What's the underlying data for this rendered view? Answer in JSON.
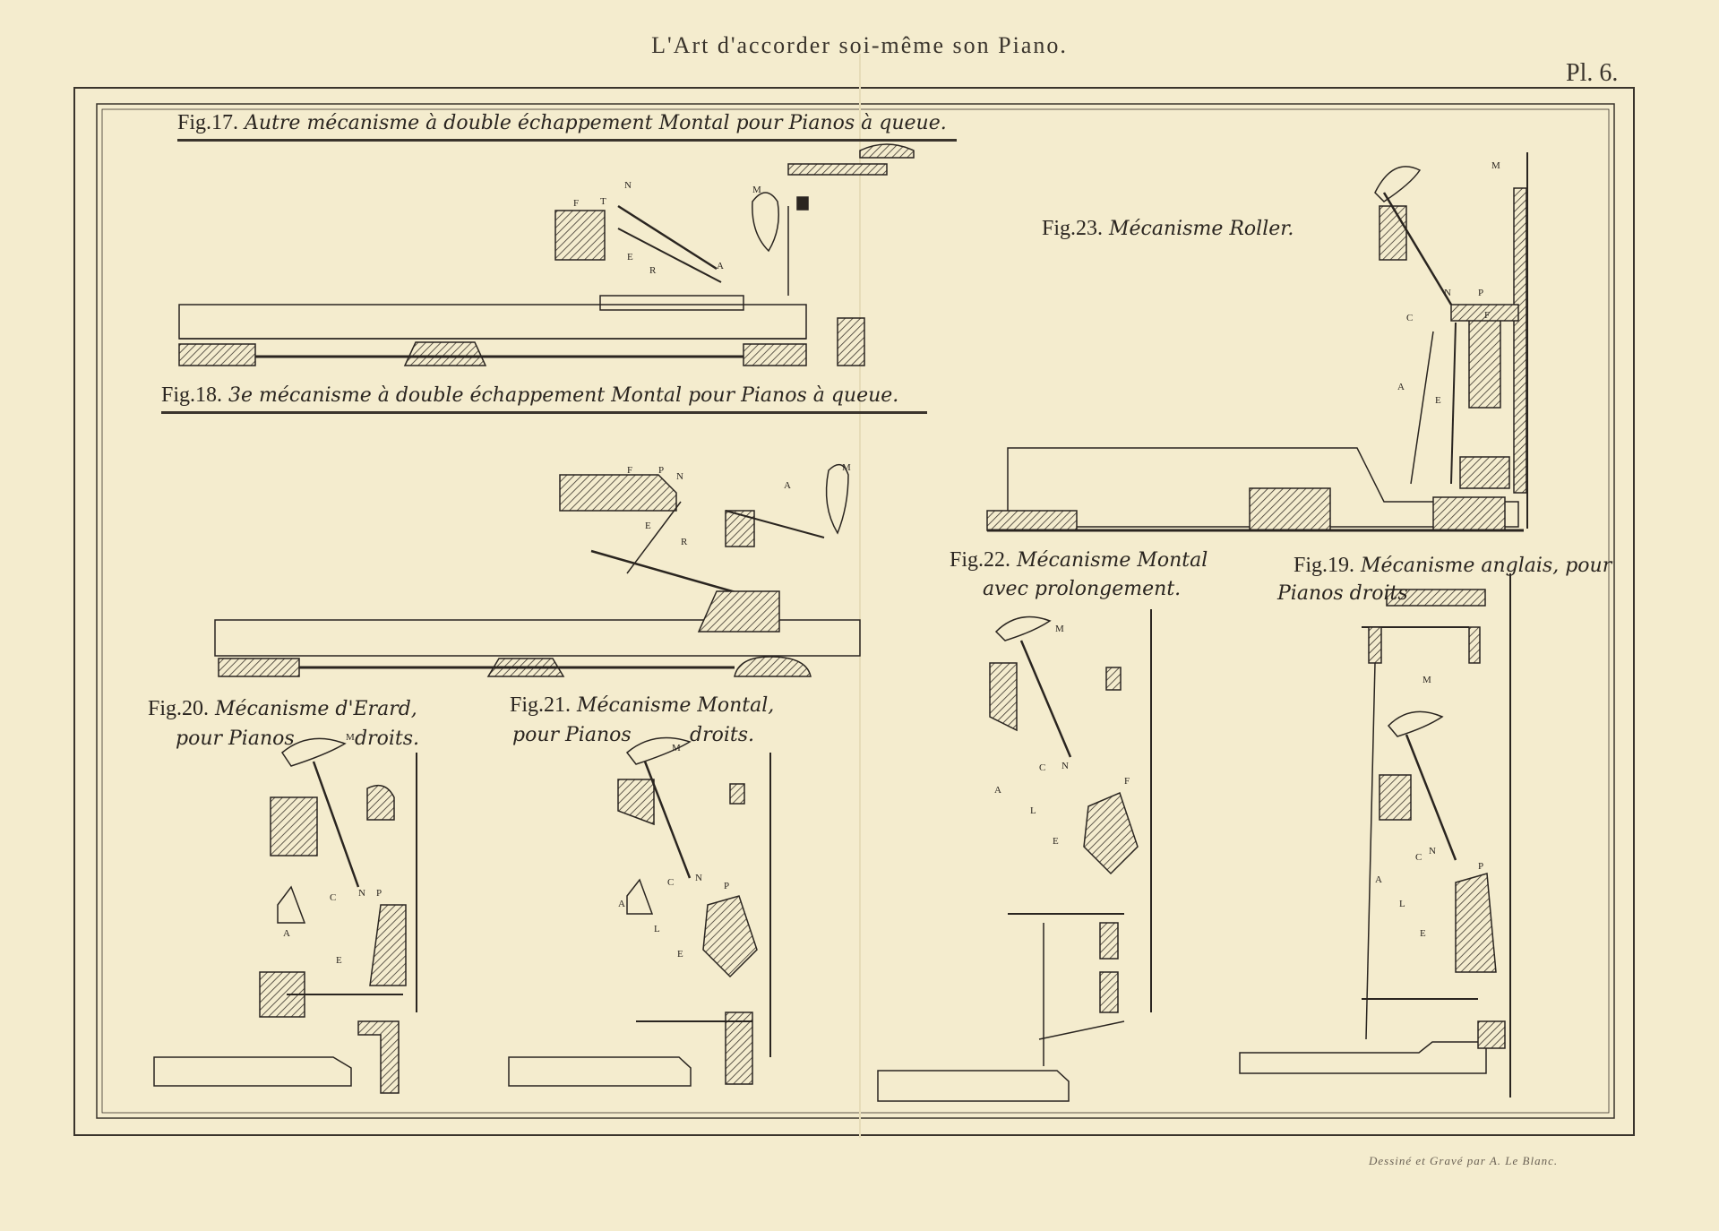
{
  "header": {
    "title": "L'Art d'accorder soi-même son Piano.",
    "plate_number": "Pl. 6."
  },
  "figures": [
    {
      "number": "Fig.17.",
      "caption": "Autre mécanisme à double échappement Montal pour Pianos à queue."
    },
    {
      "number": "Fig.18.",
      "caption": "3e mécanisme à double échappement Montal pour Pianos à queue."
    },
    {
      "number": "Fig.23.",
      "caption": "Mécanisme Roller."
    },
    {
      "number": "Fig.22.",
      "caption": "Mécanisme Montal",
      "caption_line2": "avec prolongement."
    },
    {
      "number": "Fig.19.",
      "caption": "Mécanisme anglais, pour",
      "caption_line2": "Pianos droits"
    },
    {
      "number": "Fig.20.",
      "caption": "Mécanisme d'Erard,",
      "caption_line2": "pour Pianos",
      "caption_line3": "droits."
    },
    {
      "number": "Fig.21.",
      "caption": "Mécanisme Montal,",
      "caption_line2": "pour Pianos",
      "caption_line3": "droits."
    }
  ],
  "part_letters": [
    "M",
    "N",
    "F",
    "T",
    "E",
    "R",
    "A",
    "P",
    "C",
    "L"
  ],
  "footer": {
    "credit": "Dessiné et Gravé par A. Le Blanc."
  },
  "colors": {
    "paper": "#f4ecce",
    "ink": "#2a2520"
  }
}
